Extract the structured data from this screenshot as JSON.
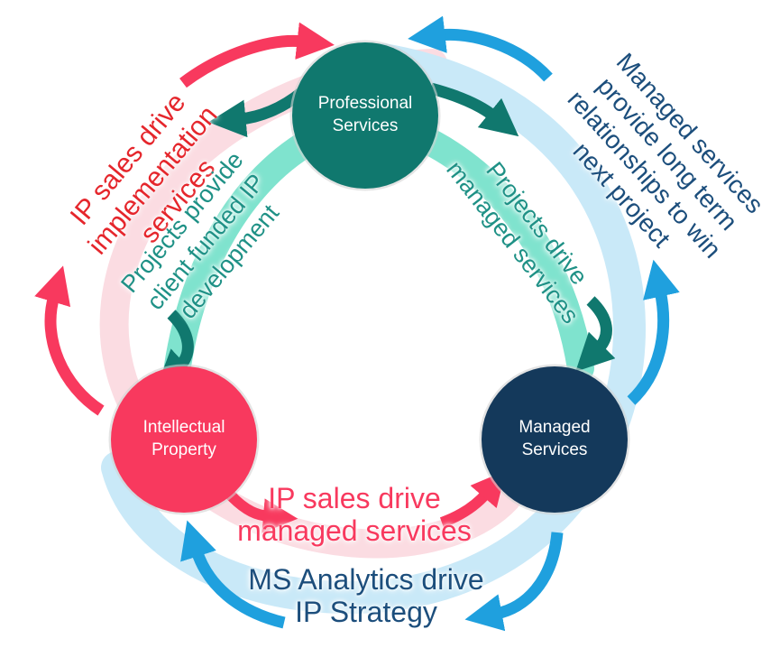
{
  "diagram": {
    "title_hint": "Three-way flywheel between service lines",
    "nodes": {
      "professional_services": {
        "lines": [
          "Professional",
          "Services"
        ],
        "color": "#10786E"
      },
      "intellectual_property": {
        "lines": [
          "Intellectual",
          "Property"
        ],
        "color": "#F8395E"
      },
      "managed_services": {
        "lines": [
          "Managed",
          "Services"
        ],
        "color": "#14395B"
      }
    },
    "flow_labels": {
      "ip_impl": {
        "lines": [
          "IP sales drive",
          "implementation",
          "services"
        ],
        "color": "#E5262C",
        "rotation_deg": -50
      },
      "projects_ip": {
        "lines": [
          "Projects provide",
          "client funded IP",
          "development"
        ],
        "color": "#1F9186",
        "rotation_deg": -50
      },
      "projects_ms": {
        "lines": [
          "Projects drive",
          "managed services"
        ],
        "color": "#1F9186",
        "rotation_deg": 52
      },
      "ms_rel": {
        "lines": [
          "Managed services",
          "provide long term",
          "relationships to win",
          "next project"
        ],
        "color": "#1C4E7C",
        "rotation_deg": 48
      },
      "ip_ms": {
        "lines": [
          "IP sales drive",
          "managed services"
        ],
        "color": "#F8395E",
        "rotation_deg": 0
      },
      "ms_analytics": {
        "lines": [
          "MS Analytics drive",
          "IP Strategy"
        ],
        "color": "#1C4E7C",
        "rotation_deg": 0
      }
    },
    "colors": {
      "teal_dark": "#10786E",
      "teal_text": "#1F9186",
      "mint_band": "#7FE3CE",
      "pink": "#F8395E",
      "pink_band": "#FBDCE2",
      "red_text": "#E5262C",
      "navy": "#14395B",
      "navy_text": "#1C4E7C",
      "blue_arrow": "#1FA0DE",
      "blue_band": "#C9E9F8"
    }
  }
}
